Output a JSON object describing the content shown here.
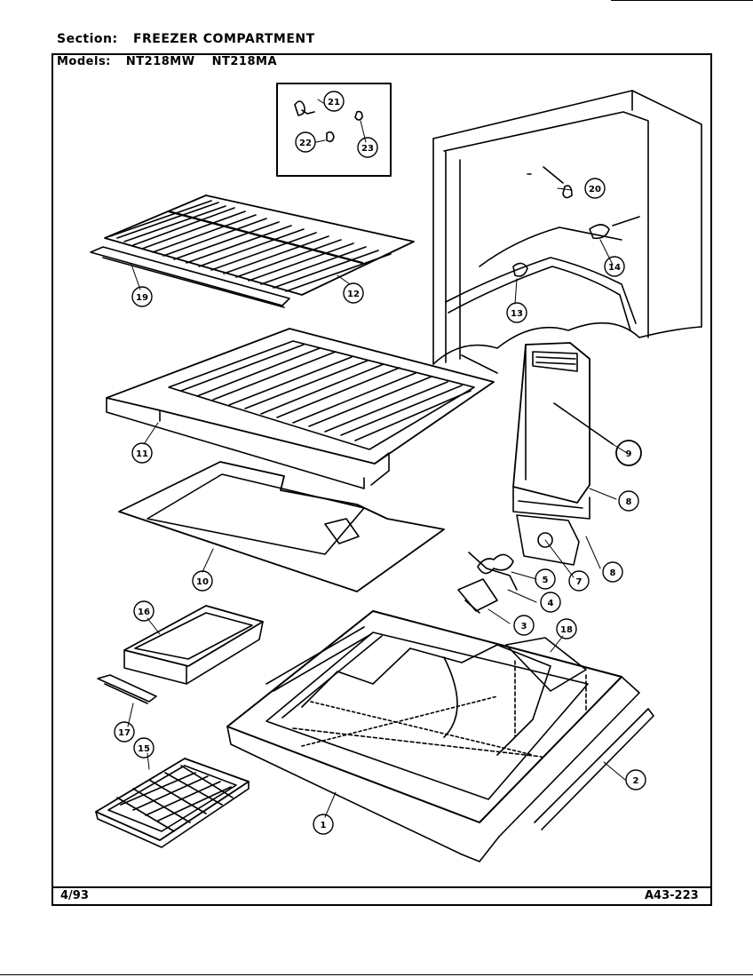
{
  "header": {
    "section_label": "Section:",
    "section_value": "FREEZER COMPARTMENT",
    "models_label": "Models:",
    "model_1": "NT218MW",
    "model_2": "NT218MA"
  },
  "footer": {
    "date": "4/93",
    "code": "A43-223"
  },
  "callouts": [
    {
      "id": "c21",
      "text": "21"
    },
    {
      "id": "c22",
      "text": "22"
    },
    {
      "id": "c23",
      "text": "23"
    },
    {
      "id": "c20",
      "text": "20"
    },
    {
      "id": "c14",
      "text": "14"
    },
    {
      "id": "c13",
      "text": "13"
    },
    {
      "id": "c19",
      "text": "19"
    },
    {
      "id": "c12",
      "text": "12"
    },
    {
      "id": "c11",
      "text": "11"
    },
    {
      "id": "c9",
      "text": "9"
    },
    {
      "id": "c8a",
      "text": "8"
    },
    {
      "id": "c10",
      "text": "10"
    },
    {
      "id": "c7",
      "text": "7"
    },
    {
      "id": "c8b",
      "text": "8"
    },
    {
      "id": "c5",
      "text": "5"
    },
    {
      "id": "c4",
      "text": "4"
    },
    {
      "id": "c3",
      "text": "3"
    },
    {
      "id": "c16",
      "text": "16"
    },
    {
      "id": "c18",
      "text": "18"
    },
    {
      "id": "c17",
      "text": "17"
    },
    {
      "id": "c15",
      "text": "15"
    },
    {
      "id": "c2",
      "text": "2"
    },
    {
      "id": "c1",
      "text": "1"
    }
  ]
}
